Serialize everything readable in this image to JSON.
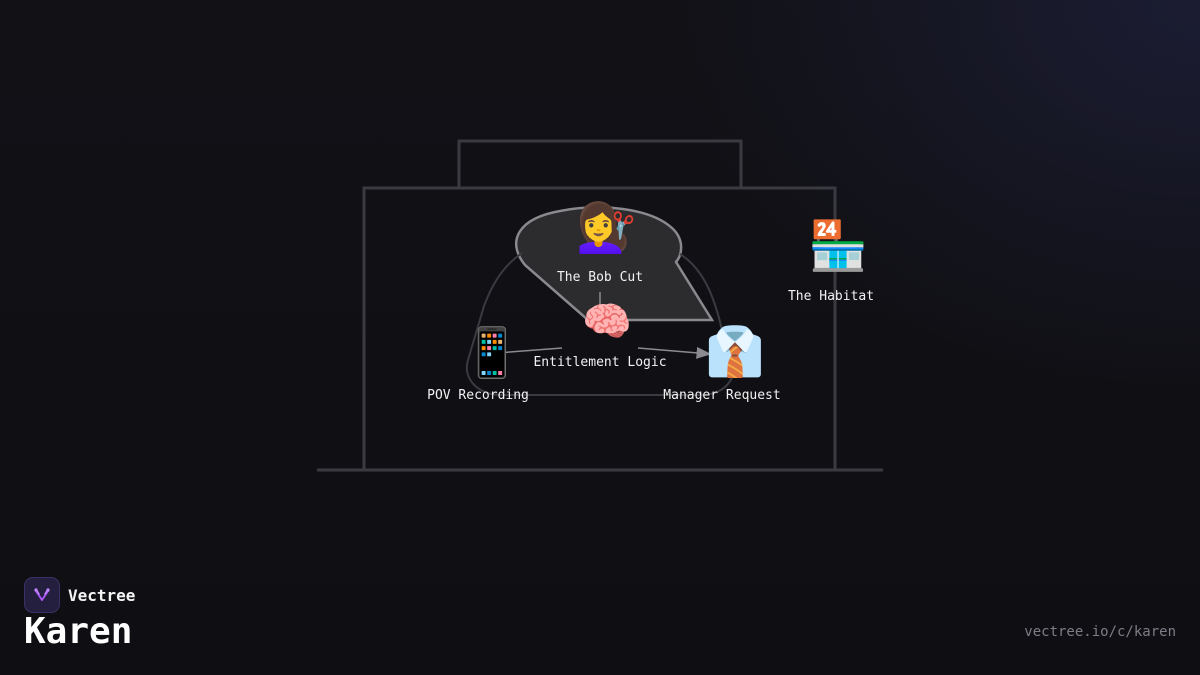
{
  "brand": {
    "name": "Vectree",
    "logo_icon": "vectree-logo-icon",
    "logo_color": "#a855f7"
  },
  "page": {
    "title": "Karen",
    "url": "vectree.io/c/karen"
  },
  "diagram": {
    "line_color": "#3a3a40",
    "arrow_color": "#8a8a90",
    "nodes": [
      {
        "id": "bob-cut",
        "label": "The Bob Cut",
        "icon": "woman-getting-haircut-icon",
        "emoji": "💇‍♀️"
      },
      {
        "id": "habitat",
        "label": "The Habitat",
        "icon": "convenience-store-icon",
        "emoji": "🏪"
      },
      {
        "id": "entitlement",
        "label": "Entitlement Logic",
        "icon": "brain-icon",
        "emoji": "🧠"
      },
      {
        "id": "pov",
        "label": "POV Recording",
        "icon": "mobile-phone-icon",
        "emoji": "📱"
      },
      {
        "id": "manager",
        "label": "Manager Request",
        "icon": "necktie-shirt-icon",
        "emoji": "👔"
      }
    ],
    "edges": [
      {
        "from": "bob-cut",
        "to": "entitlement"
      },
      {
        "from": "entitlement",
        "to": "pov"
      },
      {
        "from": "entitlement",
        "to": "manager"
      }
    ]
  }
}
